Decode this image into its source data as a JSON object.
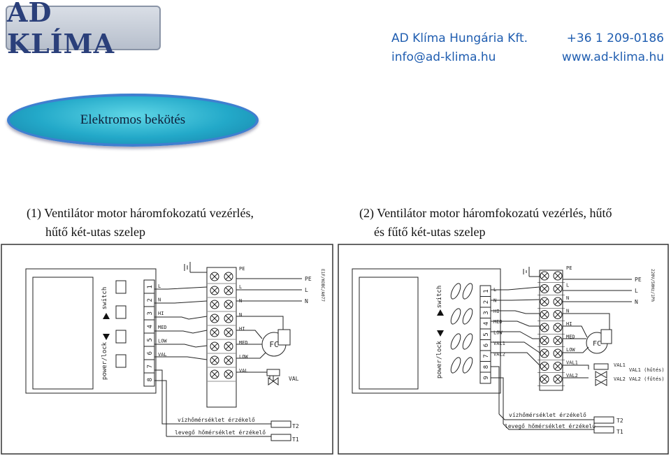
{
  "header": {
    "logo_text": "AD KLÍMA",
    "company": "AD Klíma Hungária Kft.",
    "phone": "+36 1 209-0186",
    "email": "info@ad-klima.hu",
    "web": "www.ad-klima.hu"
  },
  "title": "Elektromos bekötés",
  "diagram1": {
    "caption_line1": "(1)  Ventilátor motor háromfokozatú vezérlés,",
    "caption_line2": "hűtő két-utas szelep",
    "switch_label": "switch",
    "power_label": "power/lock",
    "terminal_numbers": [
      "1",
      "2",
      "3",
      "4",
      "5",
      "6",
      "7",
      "8"
    ],
    "left_terms": [
      "L",
      "N",
      "HI",
      "MED",
      "LOW",
      "VAL"
    ],
    "right_terms": [
      "PE",
      "L",
      "N",
      "N",
      "HI",
      "MED",
      "LOW",
      "VAL"
    ],
    "supply_terms": [
      "PE",
      "L",
      "N"
    ],
    "supply_spec": "E1F/KOBC/A077",
    "fc_label": "FC",
    "valve_label": "VAL",
    "sensor_water": "vízhőmérséklet érzékelő",
    "sensor_air": "levegő hőmérséklet érzékelő",
    "t2": "T2",
    "t1": "T1"
  },
  "diagram2": {
    "caption_line1": "(2)  Ventilátor motor háromfokozatú vezérlés, hűtő",
    "caption_line2": "és fűtő két-utas szelep",
    "switch_label": "switch",
    "power_label": "power/lock",
    "terminal_numbers": [
      "1",
      "2",
      "3",
      "4",
      "5",
      "6",
      "7",
      "8",
      "9"
    ],
    "left_terms": [
      "L",
      "N",
      "HI",
      "MED",
      "LOW",
      "VAL1",
      "VAL2"
    ],
    "right_terms": [
      "PE",
      "L",
      "N",
      "N",
      "HI",
      "MED",
      "LOW",
      "VAL1",
      "VAL2"
    ],
    "supply_terms": [
      "PE",
      "L",
      "N"
    ],
    "supply_spec": "220V/50Hz/1Ph",
    "fc_label": "FC",
    "valve1_label": "VAL1",
    "valve2_label": "VAL2",
    "valve1_desc": "VAL1 (hűtés)",
    "valve2_desc": "VAL2 (fűtés)",
    "sensor_water": "vízhőmérséklet érzékelő",
    "sensor_air": "levegő hőmérséklet érzékelő",
    "t2": "T2",
    "t1": "T1"
  }
}
